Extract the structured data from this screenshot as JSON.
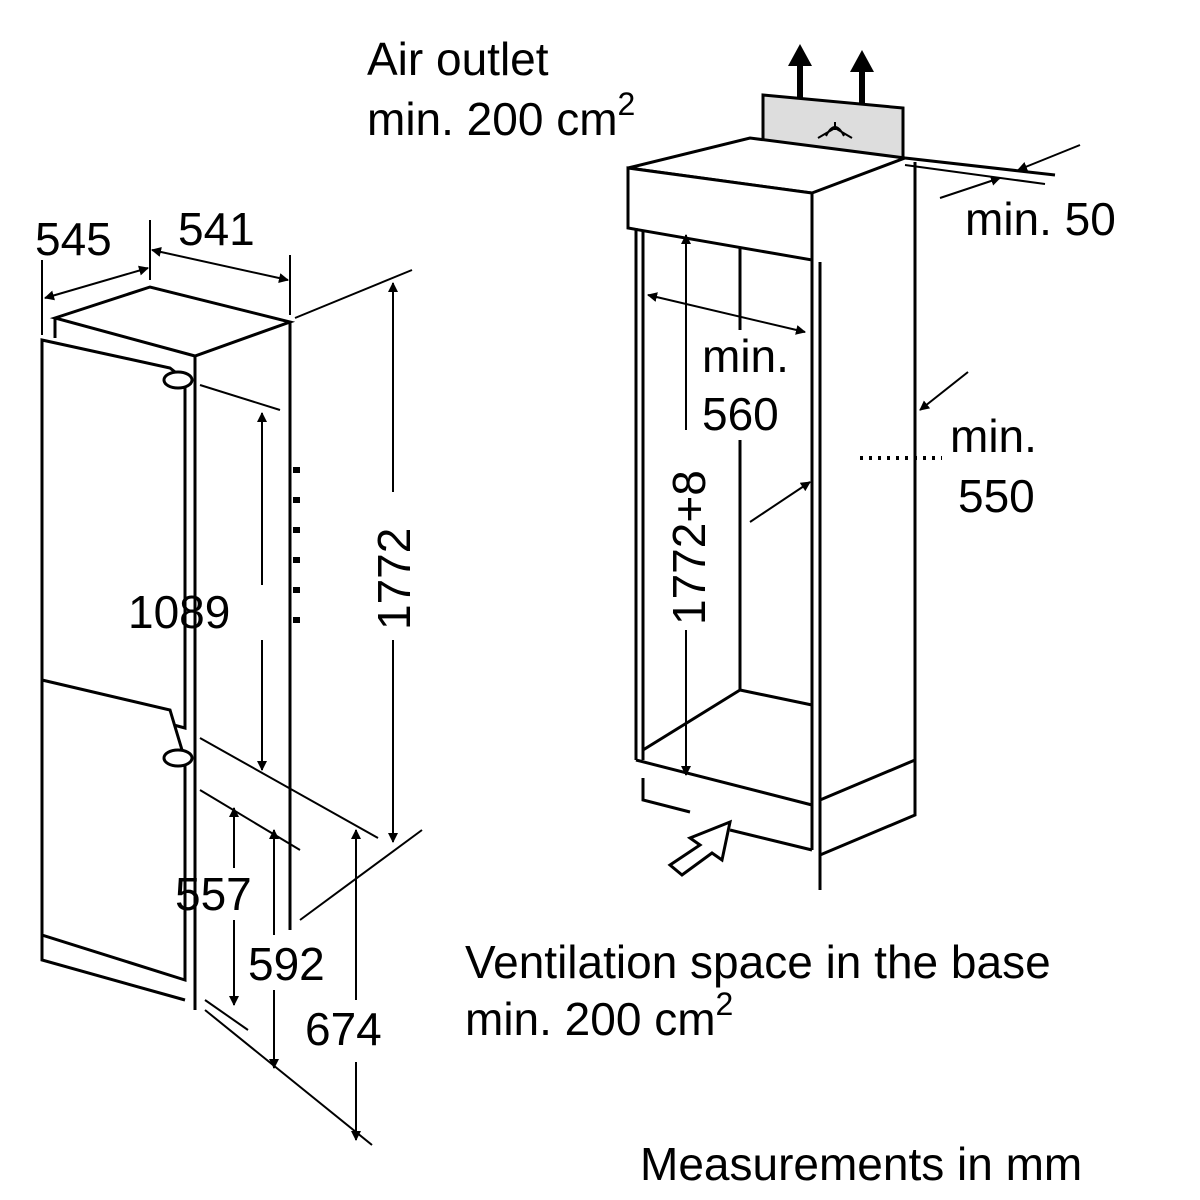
{
  "air_outlet": {
    "line1": "Air outlet",
    "line2": "min. 200 cm",
    "sup": "2"
  },
  "appliance_dims": {
    "depth": "545",
    "width": "541",
    "height": "1772",
    "upper_door": "1089",
    "lower_557": "557",
    "lower_592": "592",
    "lower_674": "674"
  },
  "niche_dims": {
    "gap_label": "min. 50",
    "width_label": "min.",
    "width_value": "560",
    "depth_label": "min.",
    "depth_value": "550",
    "height": "1772+8"
  },
  "base_ventilation": {
    "line1": "Ventilation space in the base",
    "line2": "min. 200 cm",
    "sup": "2"
  },
  "footer": "Measurements in mm",
  "icons": [
    "arrow-up-icon",
    "fan-icon",
    "arrow-inlet-icon"
  ]
}
